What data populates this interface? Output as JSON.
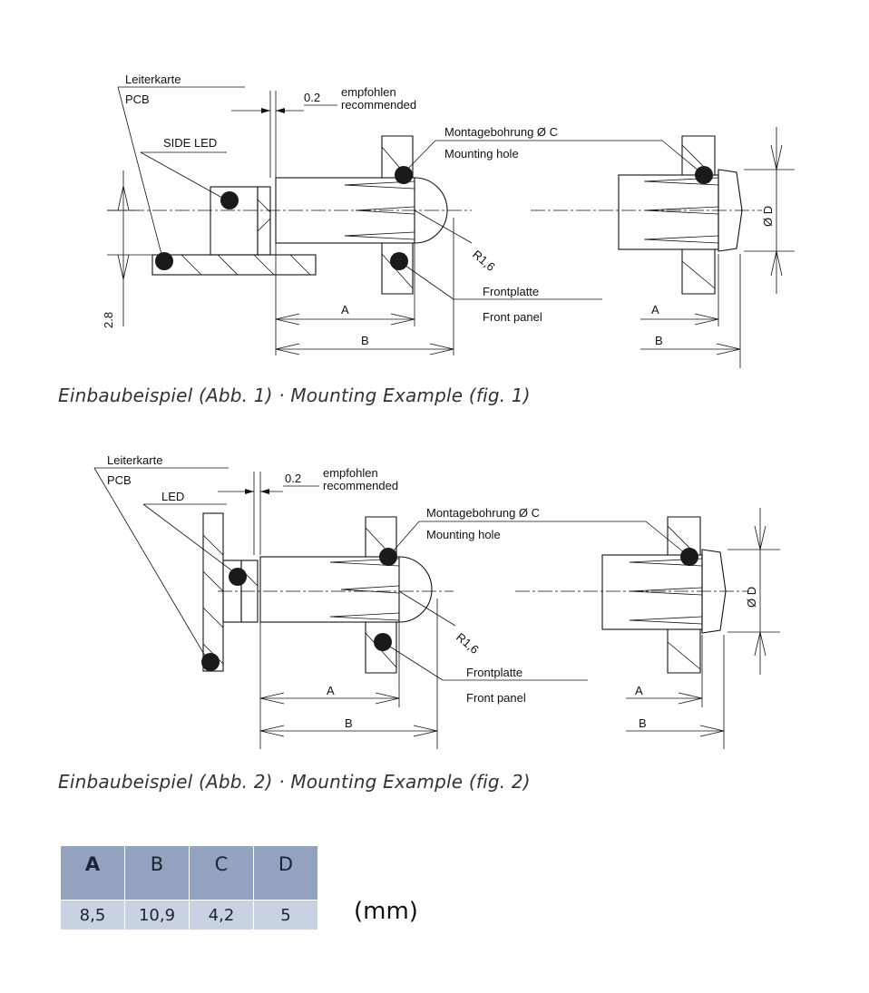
{
  "figures": [
    {
      "pcb_label_de": "Leiterkarte",
      "pcb_label_en": "PCB",
      "led_label": "SIDE LED",
      "gap_value": "0.2",
      "gap_label_de": "empfohlen",
      "gap_label_en": "recommended",
      "hole_label_de": "Montagebohrung Ø C",
      "hole_label_en": "Mounting hole",
      "radius_label": "R1,6",
      "panel_label_de": "Frontplatte",
      "panel_label_en": "Front panel",
      "height_value": "2.8",
      "dim_a": "A",
      "dim_b": "B",
      "dim_d": "Ø D",
      "caption": "Einbaubeispiel (Abb. 1) · Mounting Example (fig. 1)"
    },
    {
      "pcb_label_de": "Leiterkarte",
      "pcb_label_en": "PCB",
      "led_label": "LED",
      "gap_value": "0.2",
      "gap_label_de": "empfohlen",
      "gap_label_en": "recommended",
      "hole_label_de": "Montagebohrung Ø C",
      "hole_label_en": "Mounting hole",
      "radius_label": "R1,6",
      "panel_label_de": "Frontplatte",
      "panel_label_en": "Front panel",
      "dim_a": "A",
      "dim_b": "B",
      "dim_d": "Ø D",
      "caption": "Einbaubeispiel (Abb. 2) · Mounting Example (fig. 2)"
    }
  ],
  "dimension_table": {
    "headers": [
      "A",
      "B",
      "C",
      "D"
    ],
    "values": [
      "8,5",
      "10,9",
      "4,2",
      "5"
    ],
    "unit": "(mm)",
    "header_color": "#92a2bf",
    "value_color": "#c9d2e2"
  }
}
